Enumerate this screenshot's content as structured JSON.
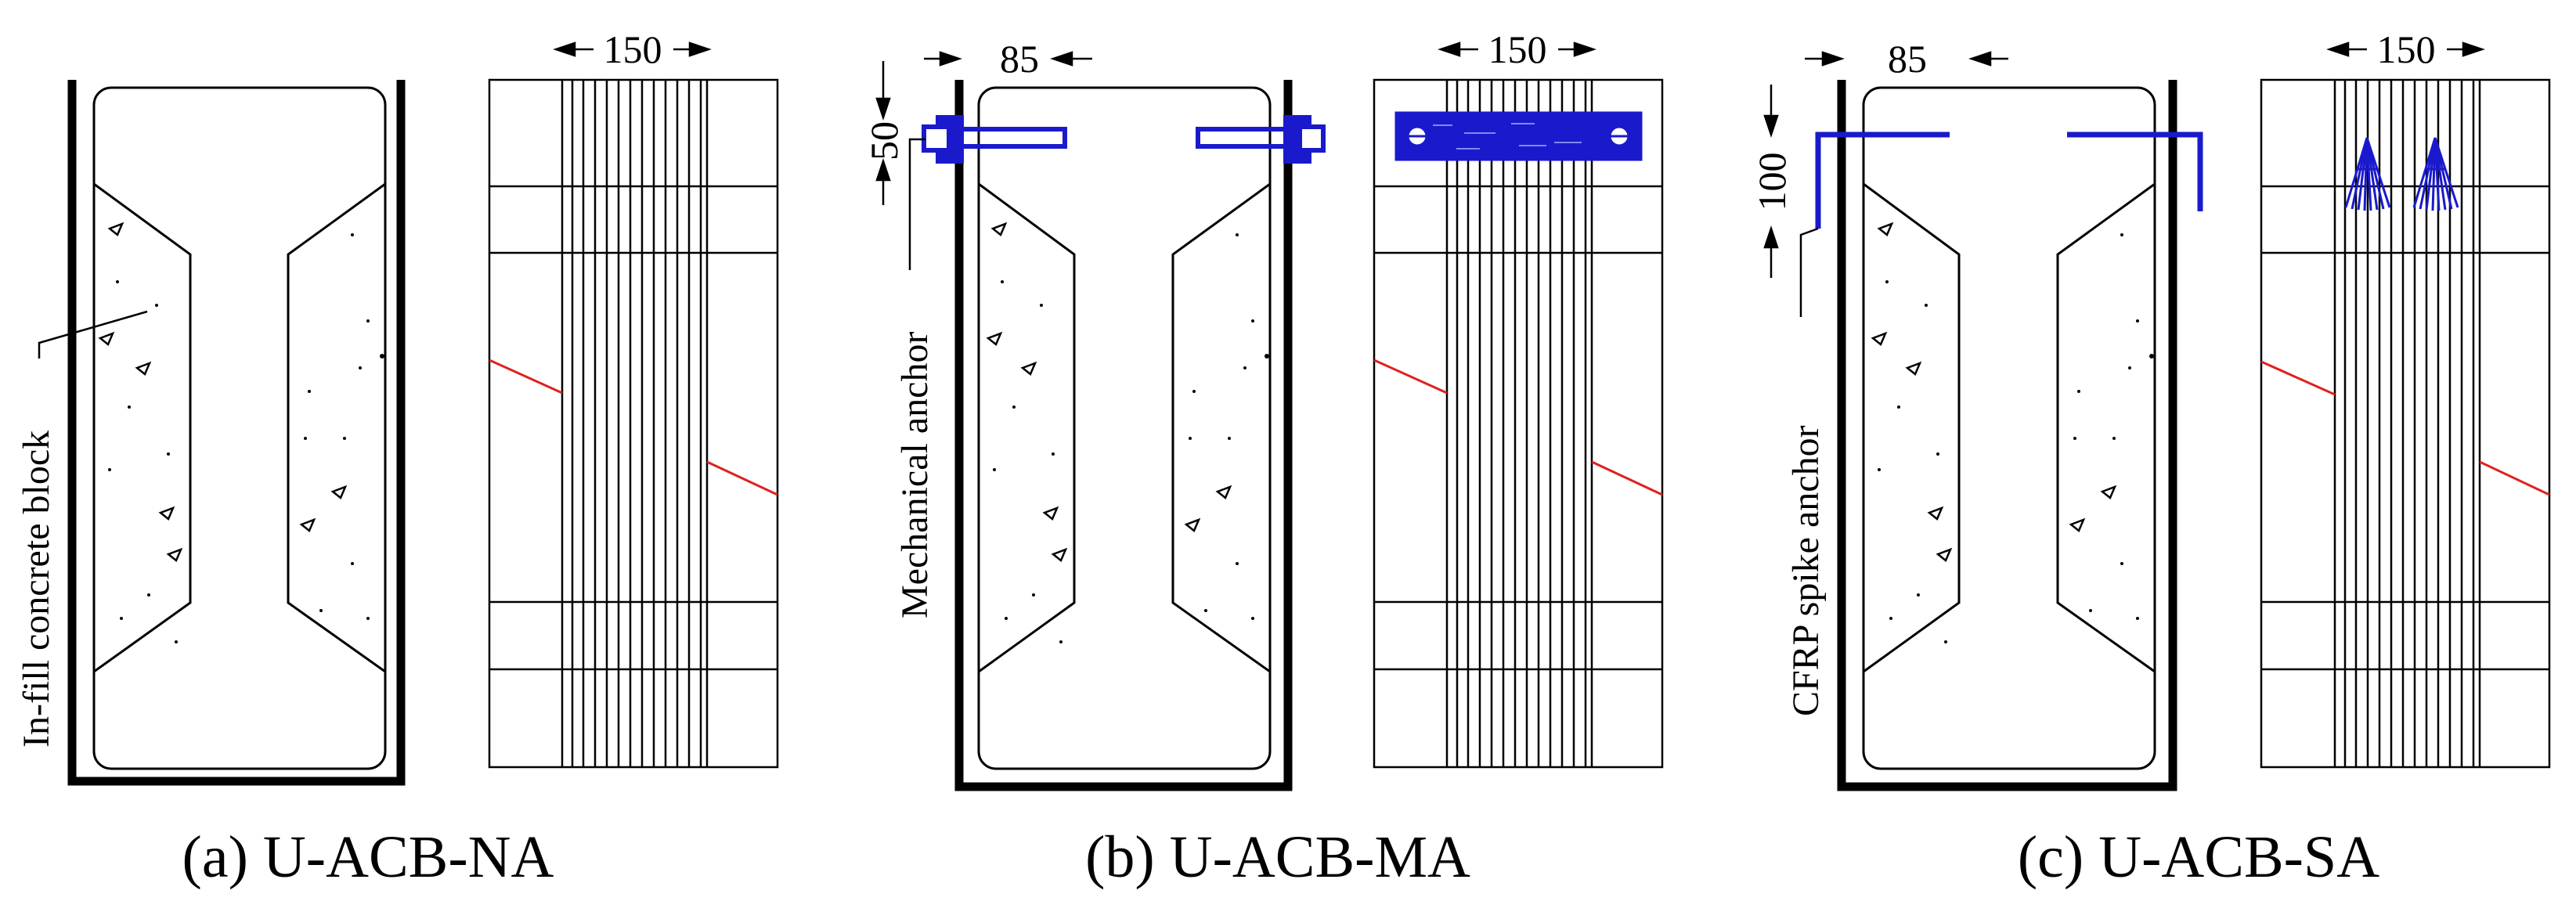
{
  "colors": {
    "frp": "#1a1acc",
    "crack": "#e02020",
    "line": "#000000"
  },
  "panels": [
    {
      "id": "a",
      "caption": "(a) U-ACB-NA",
      "side_dimension": "150",
      "label": "In-fill concrete block",
      "anchor": "none"
    },
    {
      "id": "b",
      "caption": "(b) U-ACB-MA",
      "section_dimension": "85",
      "vertical_dimension": "50",
      "side_dimension": "150",
      "label": "Mechanical anchor",
      "anchor": "mechanical"
    },
    {
      "id": "c",
      "caption": "(c) U-ACB-SA",
      "section_dimension": "85",
      "vertical_dimension": "100",
      "side_dimension": "150",
      "label": "CFRP spike anchor",
      "anchor": "spike"
    }
  ]
}
